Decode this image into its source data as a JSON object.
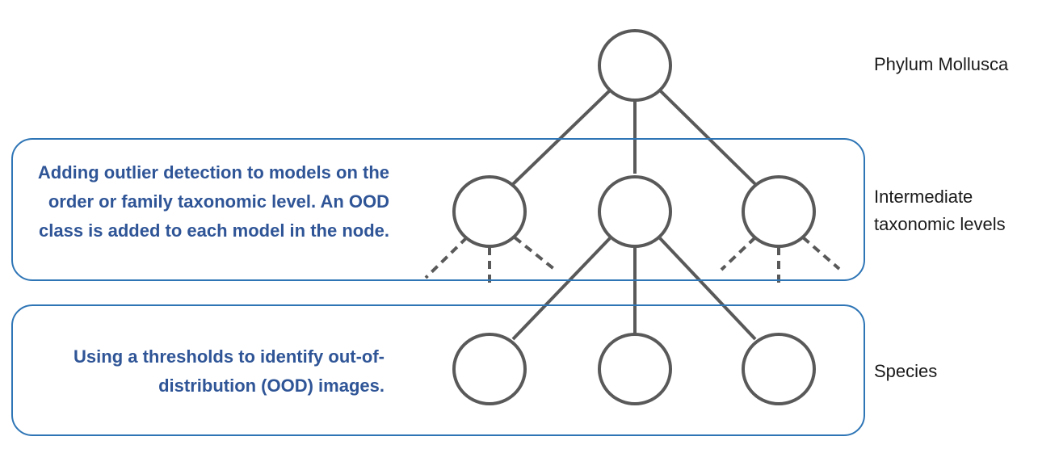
{
  "levels": {
    "phylum": "Phylum Mollusca",
    "intermediate": "Intermediate\ntaxonomic levels",
    "species": "Species"
  },
  "panels": {
    "intermediate_text": "Adding outlier detection to models on the order or family taxonomic level. An OOD class is added to each model in the node.",
    "species_text": "Using a thresholds to identify out-of-distribution (OOD) images."
  },
  "colors": {
    "panel_border": "#2e75b6",
    "panel_text": "#2f5597",
    "tree_stroke": "#595959"
  }
}
